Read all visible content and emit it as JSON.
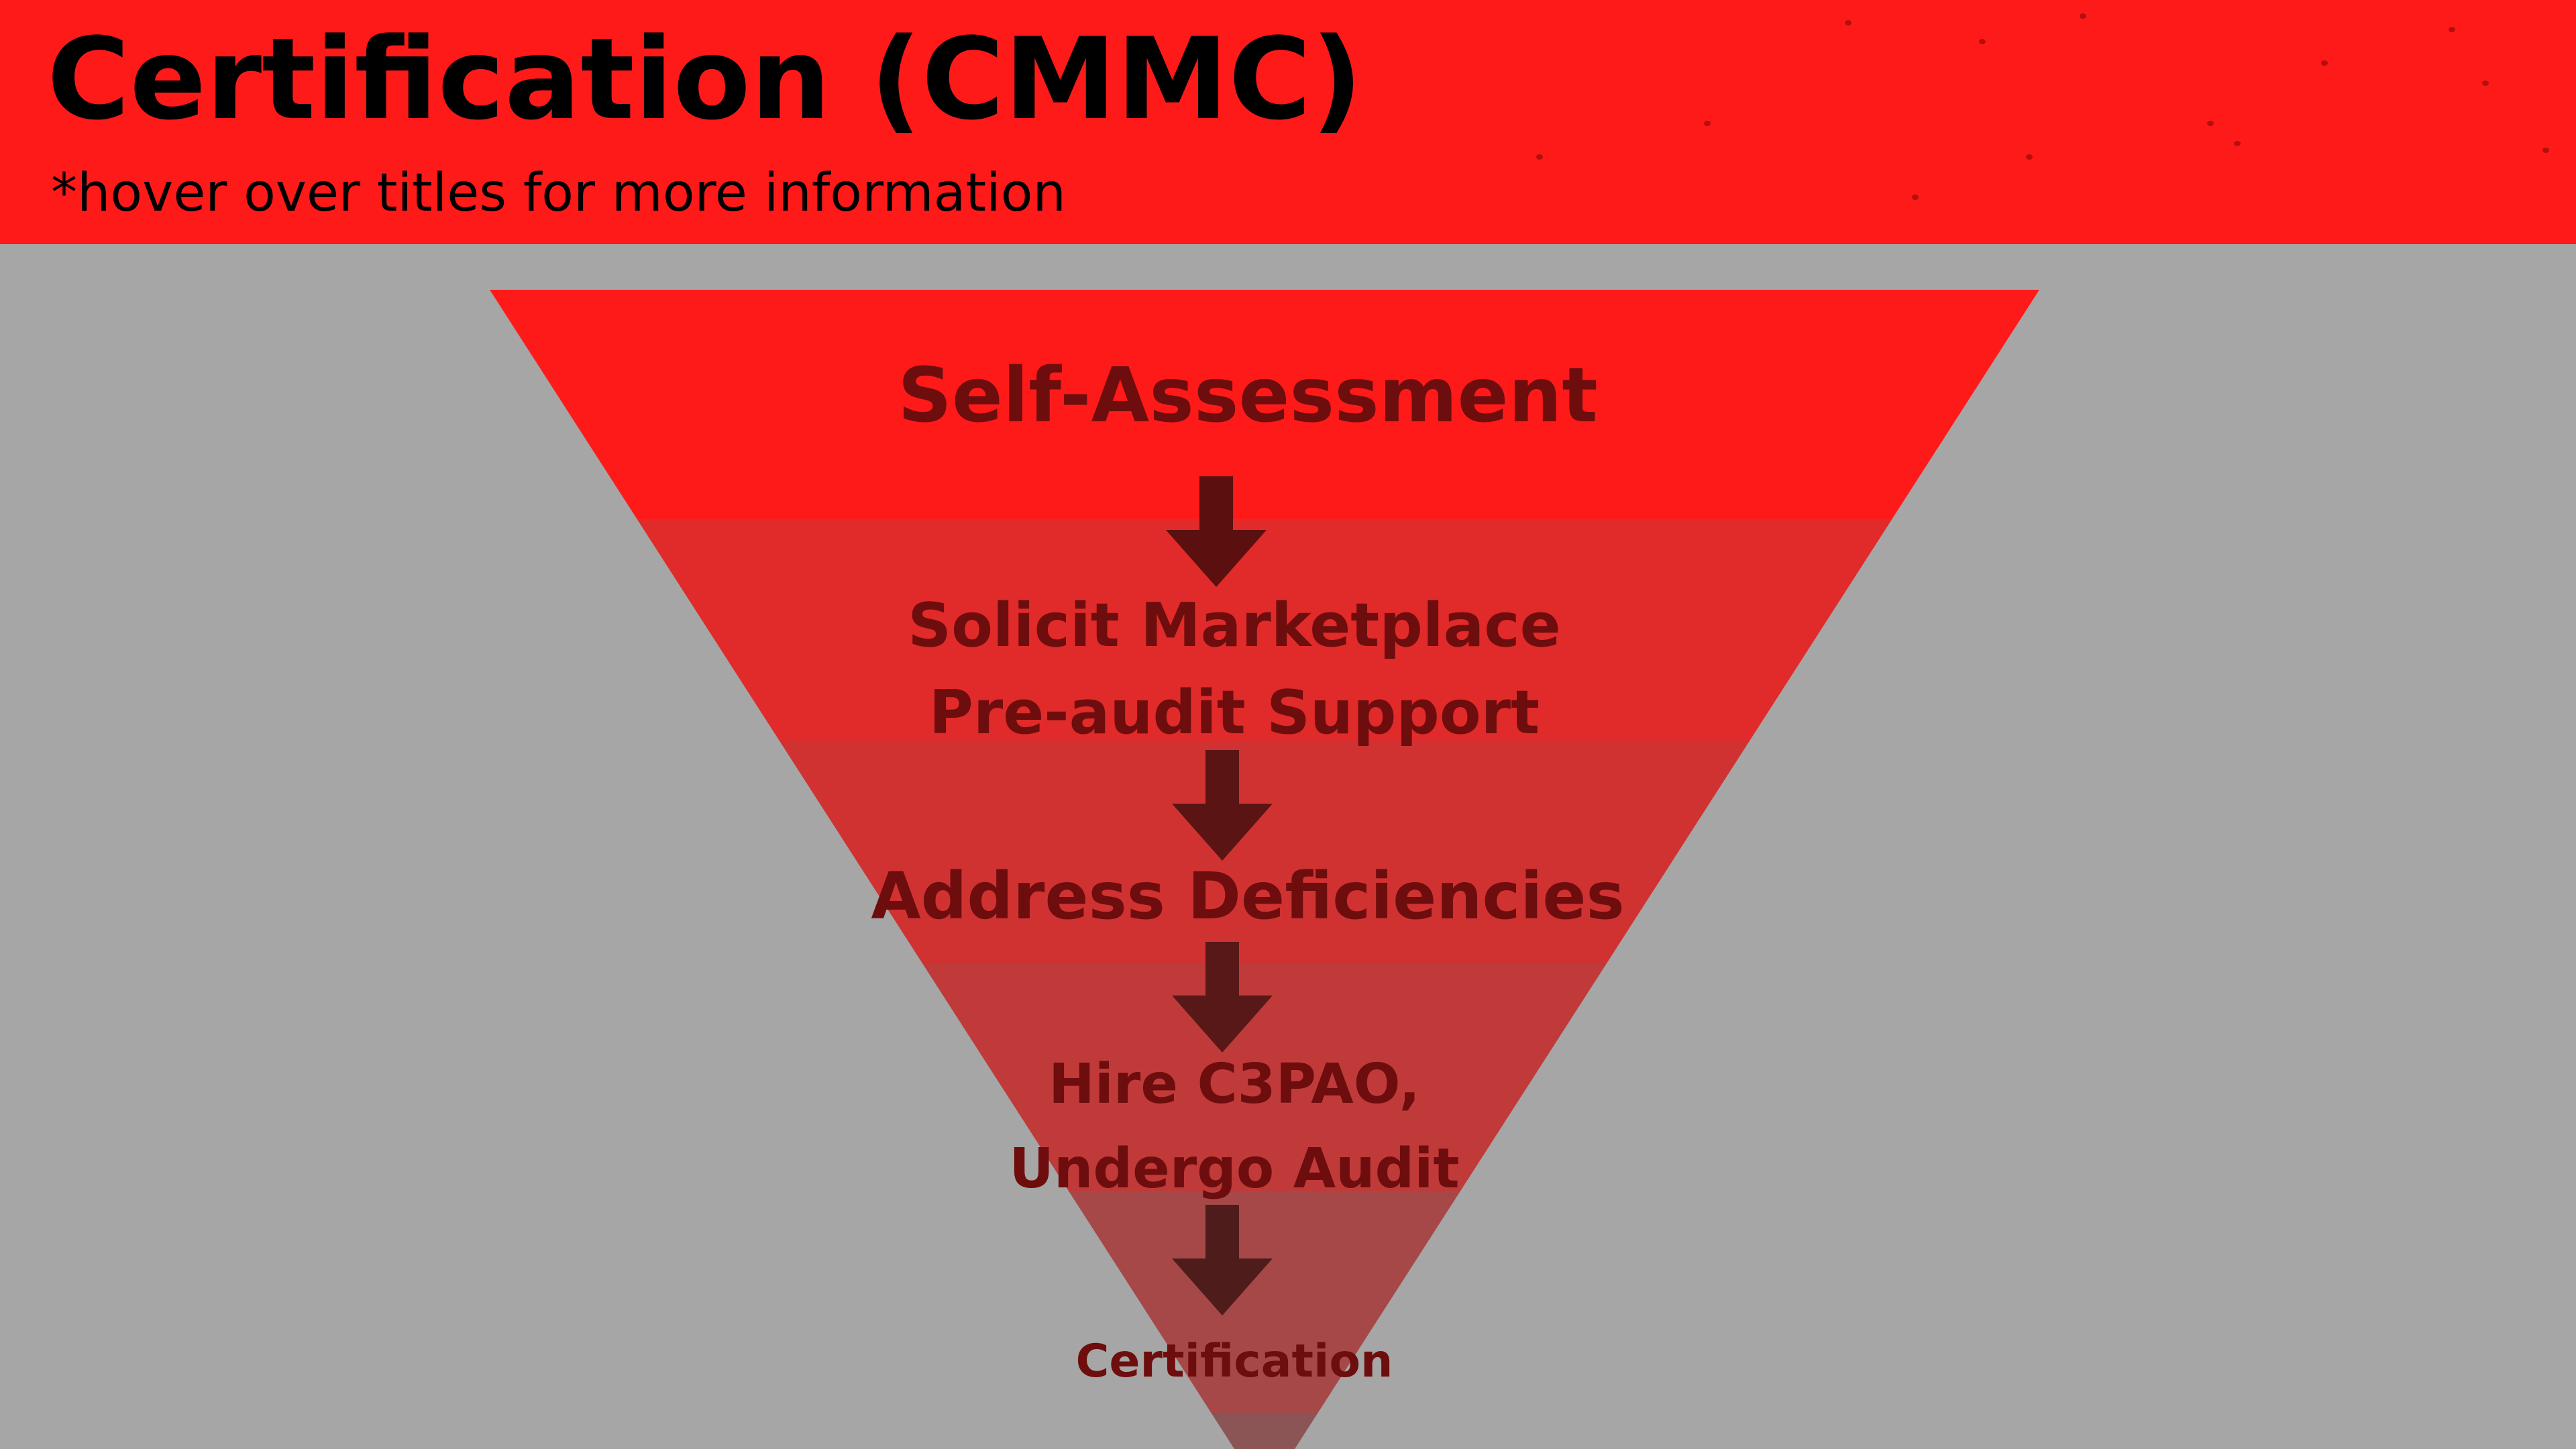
{
  "header": {
    "title": "Certification (CMMC)",
    "subtitle": "*hover over titles for more information"
  },
  "colors": {
    "header_bg": "#ff1a1a",
    "page_bg": "#a6a6a6",
    "label_text": "#6e0d0d",
    "arrow": "#5b0f0f"
  },
  "funnel": {
    "stages": [
      {
        "lines": [
          "Self-Assessment"
        ],
        "color": "#ff1a1a"
      },
      {
        "lines": [
          "Solicit Marketplace",
          "Pre-audit Support"
        ],
        "color": "#e12a2a"
      },
      {
        "lines": [
          "Address Deficiencies"
        ],
        "color": "#d03232"
      },
      {
        "lines": [
          "Hire C3PAO,",
          "Undergo Audit"
        ],
        "color": "#c03a3a"
      },
      {
        "lines": [
          "Certification"
        ],
        "color": "#a64848"
      },
      {
        "lines": [],
        "color": "#8c5555"
      }
    ],
    "arrow_icon": "arrow-down-icon"
  }
}
